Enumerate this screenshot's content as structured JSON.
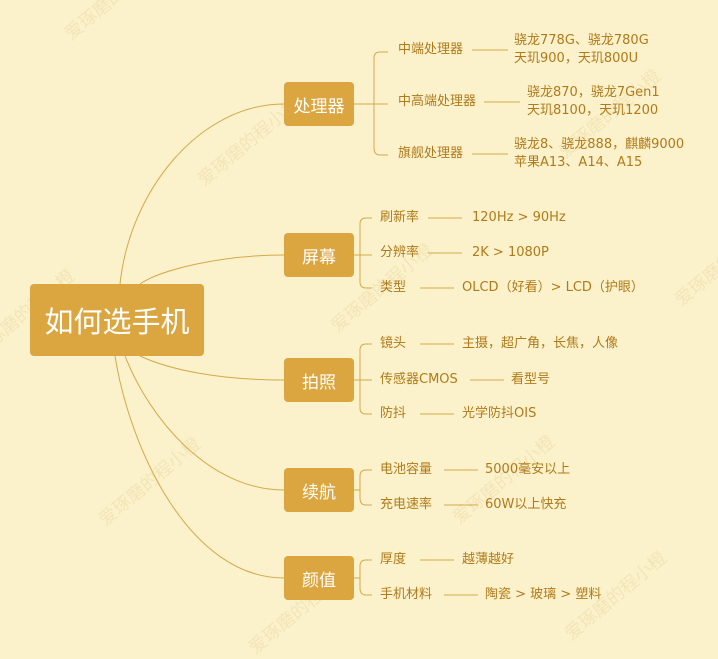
{
  "root": "如何选手机",
  "watermark": "爱琢磨的程小橙",
  "line_color": "#d4a94a",
  "branches": [
    {
      "label": "处理器",
      "items": [
        {
          "label": "中端处理器",
          "detail": [
            "骁龙778G、骁龙780G",
            "天玑900，天玑800U"
          ]
        },
        {
          "label": "中高端处理器",
          "detail": [
            "骁龙870，骁龙7Gen1",
            "天玑8100，天玑1200"
          ]
        },
        {
          "label": "旗舰处理器",
          "detail": [
            "骁龙8、骁龙888，麒麟9000",
            "苹果A13、A14、A15"
          ]
        }
      ]
    },
    {
      "label": "屏幕",
      "items": [
        {
          "label": "刷新率",
          "detail": [
            "120Hz > 90Hz"
          ]
        },
        {
          "label": "分辨率",
          "detail": [
            "2K > 1080P"
          ]
        },
        {
          "label": "类型",
          "detail": [
            "OLCD（好看）> LCD（护眼）"
          ]
        }
      ]
    },
    {
      "label": "拍照",
      "items": [
        {
          "label": "镜头",
          "detail": [
            "主摄，超广角，长焦，人像"
          ]
        },
        {
          "label": "传感器CMOS",
          "detail": [
            "看型号"
          ]
        },
        {
          "label": "防抖",
          "detail": [
            "光学防抖OIS"
          ]
        }
      ]
    },
    {
      "label": "续航",
      "items": [
        {
          "label": "电池容量",
          "detail": [
            "5000毫安以上"
          ]
        },
        {
          "label": "充电速率",
          "detail": [
            "60W以上快充"
          ]
        }
      ]
    },
    {
      "label": "颜值",
      "items": [
        {
          "label": "厚度",
          "detail": [
            "越薄越好"
          ]
        },
        {
          "label": "手机材料",
          "detail": [
            "陶瓷 > 玻璃 > 塑料"
          ]
        }
      ]
    }
  ]
}
